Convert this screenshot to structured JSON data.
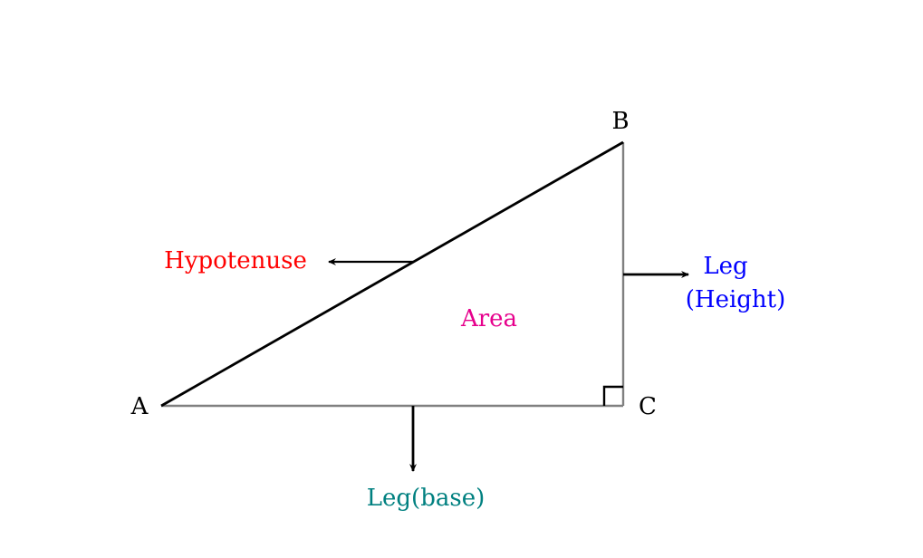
{
  "vertices": {
    "a": "A",
    "b": "B",
    "c": "C"
  },
  "labels": {
    "hypotenuse": "Hypotenuse",
    "area": "Area",
    "leg_height_line1": "Leg",
    "leg_height_line2": "(Height)",
    "leg_base": "Leg(base)"
  },
  "colors": {
    "hypotenuse": "#ff0000",
    "area": "#e6008c",
    "leg_height": "#0000ff",
    "leg_base": "#008080",
    "vertex": "#000000",
    "stroke": "#000000",
    "leg_stroke": "#808080"
  }
}
